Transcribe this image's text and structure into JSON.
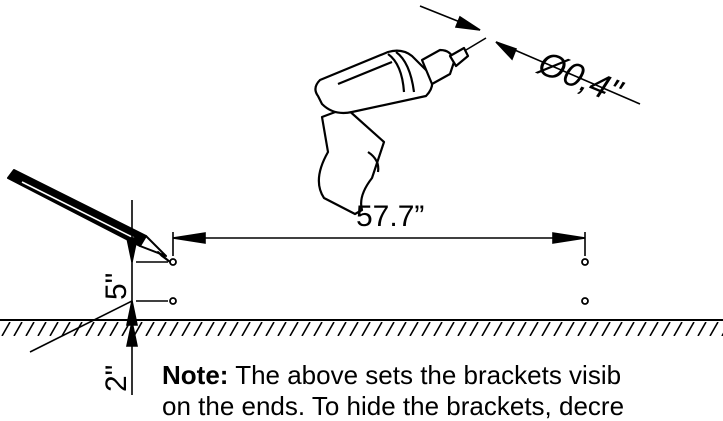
{
  "diagram": {
    "hole_diameter_label": "Ø0,4\"",
    "spacing_label": "57.7”",
    "vertical_gap_label": "5\"",
    "floor_height_label": "2\"",
    "icons": [
      "drill-icon",
      "pencil-icon"
    ],
    "line_color": "#000000"
  },
  "note": {
    "heading": "Note:",
    "line1": " The above sets the brackets visib",
    "line2": "on the ends. To hide the brackets, decre"
  }
}
